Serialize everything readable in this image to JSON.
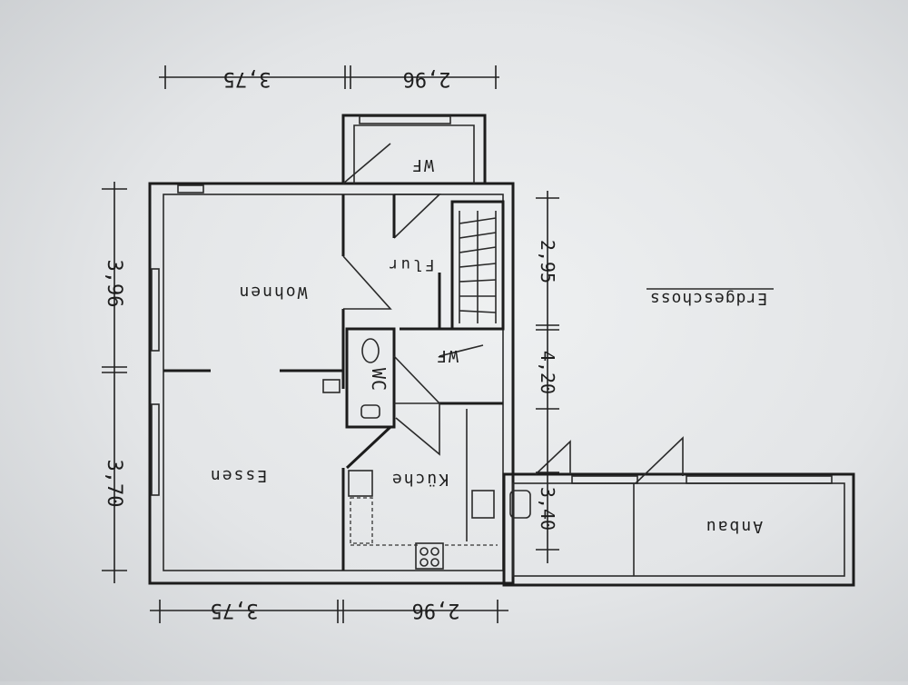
{
  "plan": {
    "title": "Erdgeschoss",
    "rooms": {
      "wohnen": "Wohnen",
      "essen": "Essen",
      "flur": "Flur",
      "wc": "WC",
      "kueche": "Küche",
      "wf_top": "WF",
      "wf_mid": "WF",
      "anbau": "Anbau"
    },
    "dimensions": {
      "top_left": "3,75",
      "top_right": "2,96",
      "bottom_left": "3,75",
      "bottom_right": "2,96",
      "left_upper": "3,96",
      "left_lower": "3,70",
      "right_upper": "2,95",
      "right_middle": "4,20",
      "right_lower": "3,40"
    }
  }
}
